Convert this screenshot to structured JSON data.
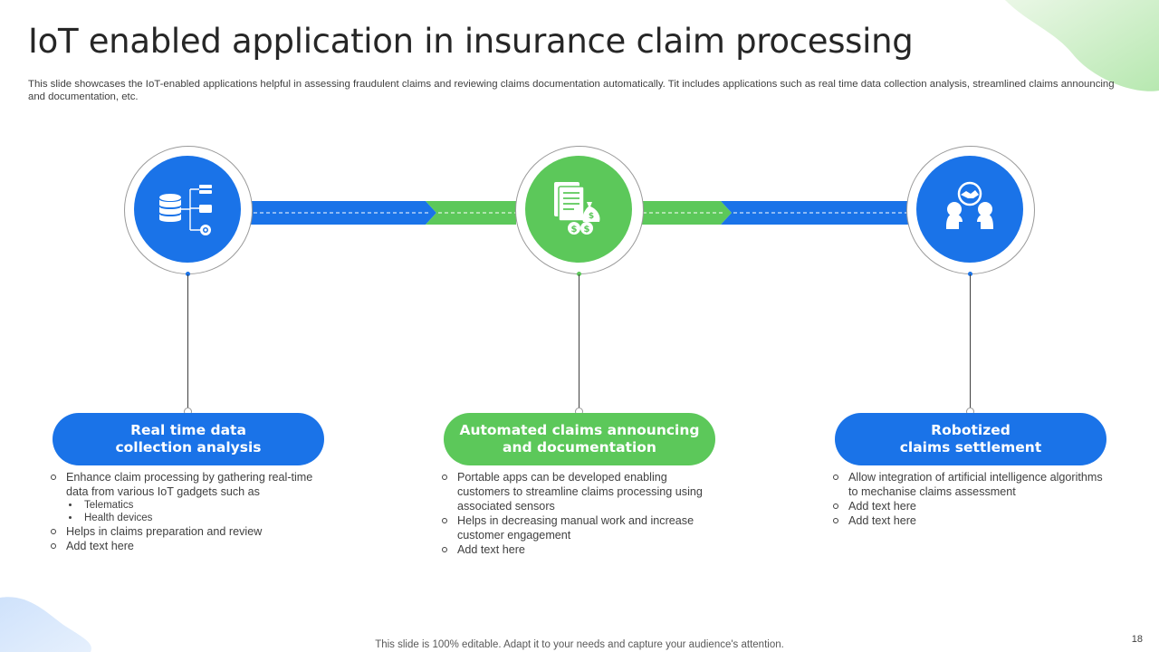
{
  "slide": {
    "title": "IoT enabled application in insurance claim processing",
    "subtitle": "This slide showcases the IoT-enabled applications helpful in assessing fraudulent claims and reviewing claims documentation automatically. Tit includes applications such as real time data collection analysis, streamlined claims announcing and documentation, etc.",
    "footer": "This slide is 100% editable. Adapt it to your needs and capture your audience's attention.",
    "page_number": "18"
  },
  "colors": {
    "blue": "#1a73e8",
    "green": "#5cc85a",
    "title": "#262626",
    "body": "#404040"
  },
  "steps": [
    {
      "icon": "database-network-icon",
      "color": "blue",
      "heading": [
        "Real time data",
        "collection analysis"
      ],
      "bullets": [
        "Enhance claim processing by gathering real-time data from various IoT gadgets such as",
        "Helps in claims preparation and review",
        "Add text here"
      ],
      "sub_bullets": [
        "Telematics",
        "Health devices"
      ]
    },
    {
      "icon": "documents-money-icon",
      "color": "green",
      "heading": [
        "Automated claims announcing",
        "and documentation"
      ],
      "bullets": [
        "Portable apps can be developed enabling customers to streamline claims processing using associated sensors",
        "Helps in decreasing manual work and increase customer engagement",
        "Add text here"
      ]
    },
    {
      "icon": "handshake-people-icon",
      "color": "blue",
      "heading": [
        "Robotized",
        "claims settlement"
      ],
      "bullets": [
        "Allow integration of artificial intelligence algorithms to mechanise claims assessment",
        "Add text here",
        "Add text here"
      ]
    }
  ]
}
